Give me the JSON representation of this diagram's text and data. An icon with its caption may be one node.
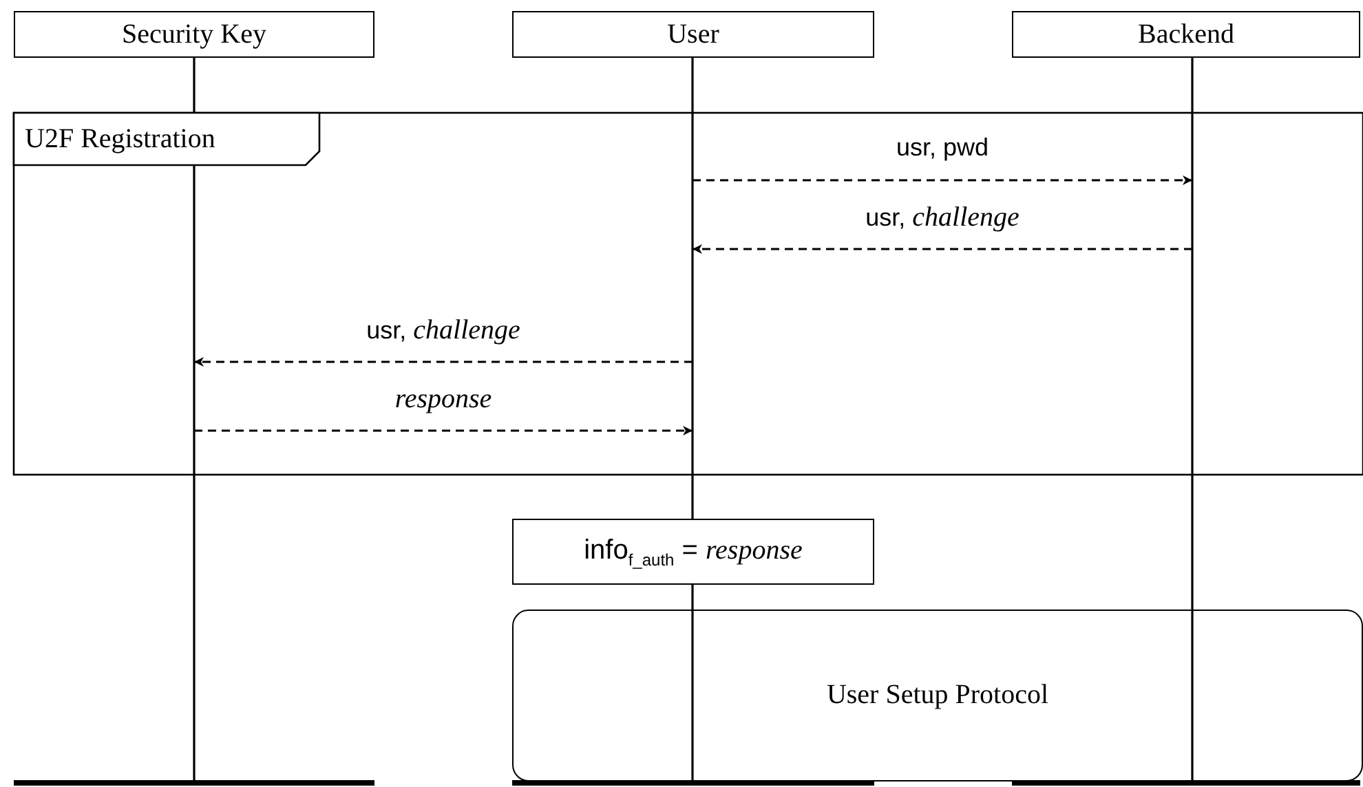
{
  "diagram": {
    "nodes": [
      {
        "text": [
          "Security Key"
        ]
      },
      {
        "text": [
          "User"
        ]
      },
      {
        "text": [
          "Backend"
        ]
      },
      {
        "text": [],
        "shape": "bar"
      },
      {
        "text": [],
        "shape": "bar"
      },
      {
        "text": [],
        "shape": "bar"
      },
      {
        "text": [
          "U2F Registration"
        ]
      },
      {
        "text": [
          "info$_{f_auth}$ = *response*"
        ]
      },
      {
        "text": [
          "User Setup Protocol"
        ]
      }
    ],
    "edges": [
      {
        "from": 4,
        "to": 5,
        "arrow": "to",
        "style": "dashed",
        "label": "usr, pwd"
      },
      {
        "from": 5,
        "to": 4,
        "arrow": "to",
        "style": "dashed",
        "label": "usr, *challenge*"
      },
      {
        "from": 4,
        "to": 3,
        "arrow": "to",
        "style": "dashed",
        "label": "usr, *challenge*"
      },
      {
        "from": 3,
        "to": 4,
        "arrow": "to",
        "style": "dashed",
        "label": "*response*"
      }
    ]
  }
}
